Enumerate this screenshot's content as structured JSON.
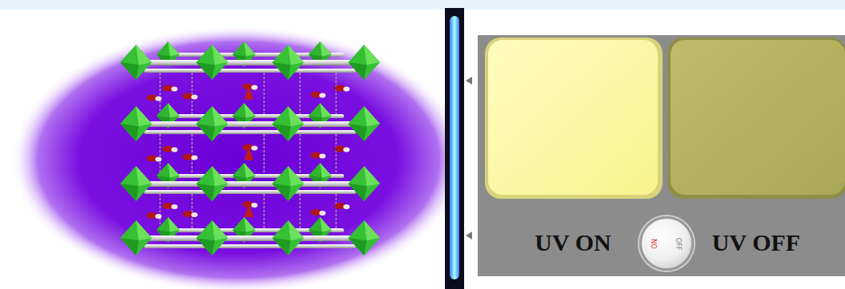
{
  "diagram": {
    "nodes": [
      {
        "text": [
          "ON",
          "OFF"
        ]
      }
    ],
    "labels": [
      "UV ON",
      "UV OFF"
    ]
  }
}
